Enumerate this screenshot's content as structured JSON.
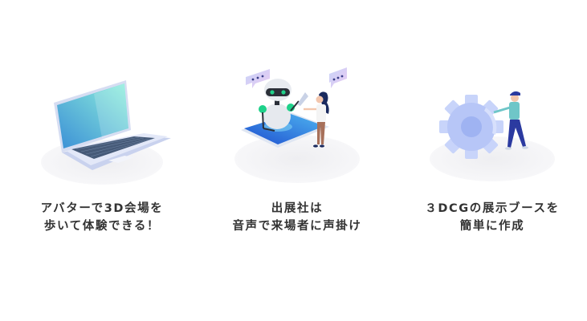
{
  "features": [
    {
      "illustration": "laptop-illustration",
      "caption_lines": [
        "アバターで3D会場を",
        "歩いて体験できる！"
      ]
    },
    {
      "illustration": "robot-assistant-illustration",
      "caption_lines": [
        "出展社は",
        "音声で来場者に声掛け"
      ]
    },
    {
      "illustration": "gear-builder-illustration",
      "caption_lines": [
        "３DCGの展示ブースを",
        "簡単に作成"
      ]
    }
  ],
  "colors": {
    "text": "#333333",
    "platform": "#f2f2f4",
    "screen_teal": "#5fd0d6",
    "screen_blue": "#3b8fd6",
    "robot_green": "#1fd18a",
    "phone_blue": "#2a6fd6",
    "speech_bubble": "#d9ccf5",
    "gear": "#aebff5",
    "shirt_teal": "#6fc6c8",
    "pants_navy": "#2b3aa0"
  }
}
